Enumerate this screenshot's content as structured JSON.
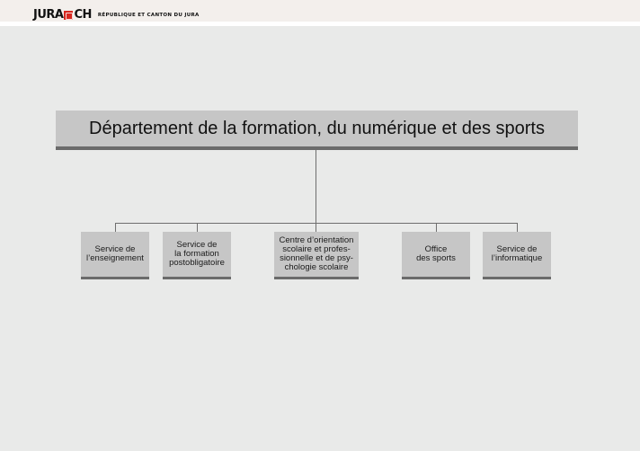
{
  "header": {
    "logo_left": "JURA",
    "logo_right": "CH",
    "tagline": "RÉPUBLIQUE ET CANTON DU JURA"
  },
  "colors": {
    "background": "#e9eae9",
    "header_band": "#f3efec",
    "box_fill": "#c6c6c6",
    "box_border": "#6b6b6b",
    "flag_red": "#d7271f"
  },
  "org": {
    "root": "Département de la formation, du numérique et des sports",
    "children": [
      {
        "label": "Service de\nl’enseignement"
      },
      {
        "label": "Service de\nla formation\npostobligatoire"
      },
      {
        "label": "Centre d’orientation\nscolaire et profes-\nsionnelle et de psy-\nchologie scolaire"
      },
      {
        "label": "Office\ndes sports"
      },
      {
        "label": "Service de\nl’informatique"
      }
    ]
  }
}
